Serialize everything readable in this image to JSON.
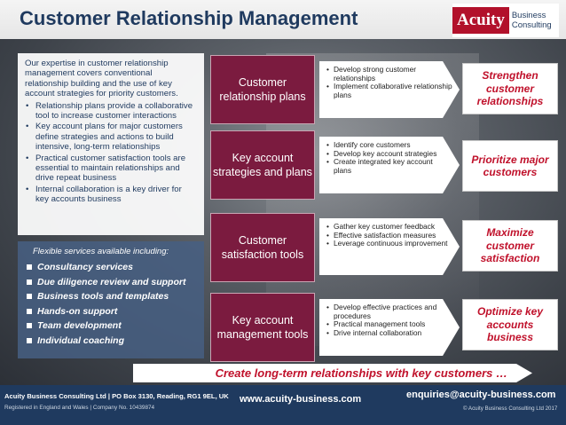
{
  "header": {
    "title": "Customer Relationship Management",
    "logo_main": "Acuity",
    "logo_sub_line1": "Business",
    "logo_sub_line2": "Consulting"
  },
  "intro": {
    "paragraph": "Our expertise in customer relationship management covers conventional relationship building and the use of key account strategies for priority customers.",
    "bullets": [
      "Relationship plans provide a collaborative tool to increase customer interactions",
      "Key account plans for major customers define strategies and actions to build intensive, long-term relationships",
      "Practical customer satisfaction tools are essential to maintain relationships and drive repeat business",
      "Internal collaboration is a key driver for key accounts business"
    ]
  },
  "services": {
    "title": "Flexible services available including:",
    "items": [
      "Consultancy services",
      "Due diligence review and support",
      "Business tools and templates",
      "Hands-on support",
      "Team development",
      "Individual coaching"
    ]
  },
  "rows": [
    {
      "box": "Customer relationship plans",
      "bullets": [
        "Develop strong customer relationships",
        "Implement collaborative relationship plans"
      ],
      "outcome": "Strengthen customer relationships"
    },
    {
      "box": "Key account strategies and plans",
      "bullets": [
        "Identify core customers",
        "Develop key account strategies",
        "Create integrated key account plans"
      ],
      "outcome": "Prioritize major customers"
    },
    {
      "box": "Customer satisfaction tools",
      "bullets": [
        "Gather key customer feedback",
        "Effective satisfaction measures",
        "Leverage continuous improvement"
      ],
      "outcome": "Maximize customer satisfaction"
    },
    {
      "box": "Key account management tools",
      "bullets": [
        "Develop effective practices and procedures",
        "Practical management tools",
        "Drive internal collaboration"
      ],
      "outcome": "Optimize key accounts business"
    }
  ],
  "banner": "Create long-term relationships with key customers …",
  "footer": {
    "company": "Acuity Business Consulting Ltd | PO Box 3130, Reading, RG1 9EL, UK",
    "registration": "Registered in England and Wales | Company No. 10439874",
    "website": "www.acuity-business.com",
    "email": "enquiries@acuity-business.com",
    "copyright": "© Acuity Business Consulting Ltd 2017"
  }
}
